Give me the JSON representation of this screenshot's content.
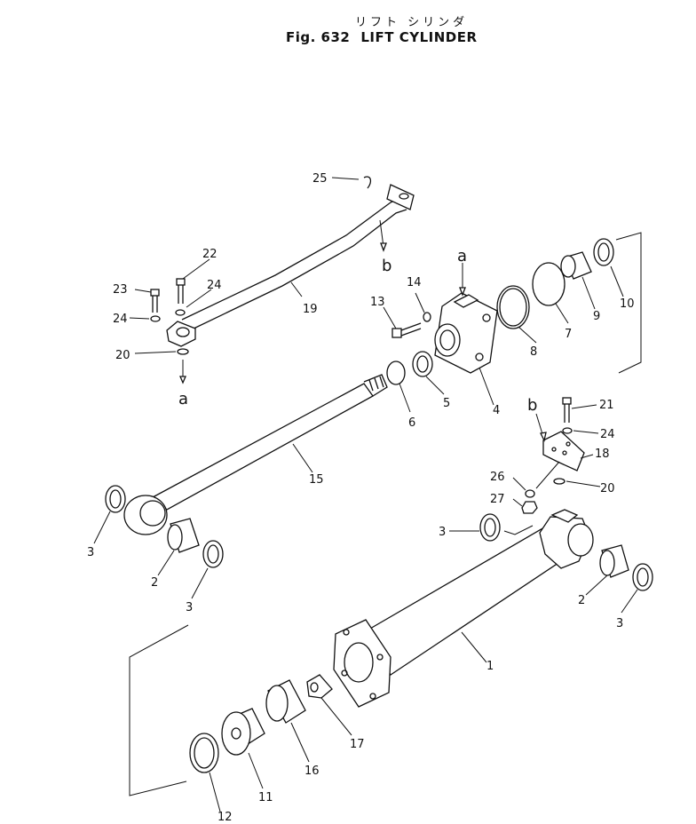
{
  "title": {
    "japanese": "リフト シリンダ",
    "figure": "Fig. 632",
    "name": "LIFT CYLINDER"
  },
  "connectors": [
    "a",
    "a",
    "b",
    "b"
  ],
  "callouts": [
    "1",
    "2",
    "2",
    "3",
    "3",
    "3",
    "3",
    "4",
    "5",
    "6",
    "7",
    "8",
    "9",
    "10",
    "11",
    "12",
    "13",
    "14",
    "15",
    "16",
    "17",
    "18",
    "19",
    "20",
    "20",
    "21",
    "22",
    "23",
    "24",
    "24",
    "24",
    "25",
    "26",
    "27"
  ]
}
